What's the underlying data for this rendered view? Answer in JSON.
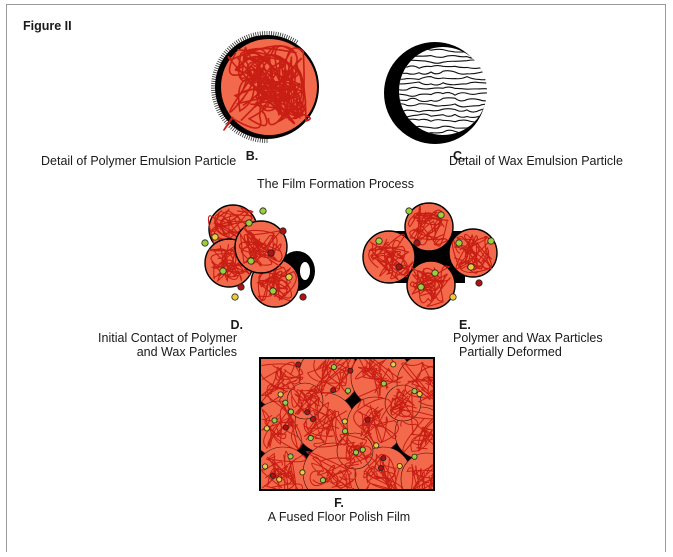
{
  "figure_title": "Figure II",
  "process_title": "The Film Formation Process",
  "panels": {
    "b": {
      "letter": "B.",
      "caption": "Detail of Polymer Emulsion Particle"
    },
    "c": {
      "letter": "C.",
      "caption": "Detail of Wax Emulsion Particle"
    },
    "d": {
      "letter": "D.",
      "caption_line1": "Initial Contact of Polymer",
      "caption_line2": "and Wax Particles"
    },
    "e": {
      "letter": "E.",
      "caption_line1": "Polymer and Wax Particles",
      "caption_line2": "Partially Deformed"
    },
    "f": {
      "letter": "F.",
      "caption": "A Fused Floor Polish Film"
    }
  },
  "colors": {
    "polymer_fill": "#f26a4b",
    "polymer_squiggle": "#c81e14",
    "wax_fill": "#000000",
    "wax_lines": "#ffffff",
    "additive_green": "#9bcf3a",
    "additive_yellow": "#f0c93a",
    "additive_red": "#b01212"
  }
}
